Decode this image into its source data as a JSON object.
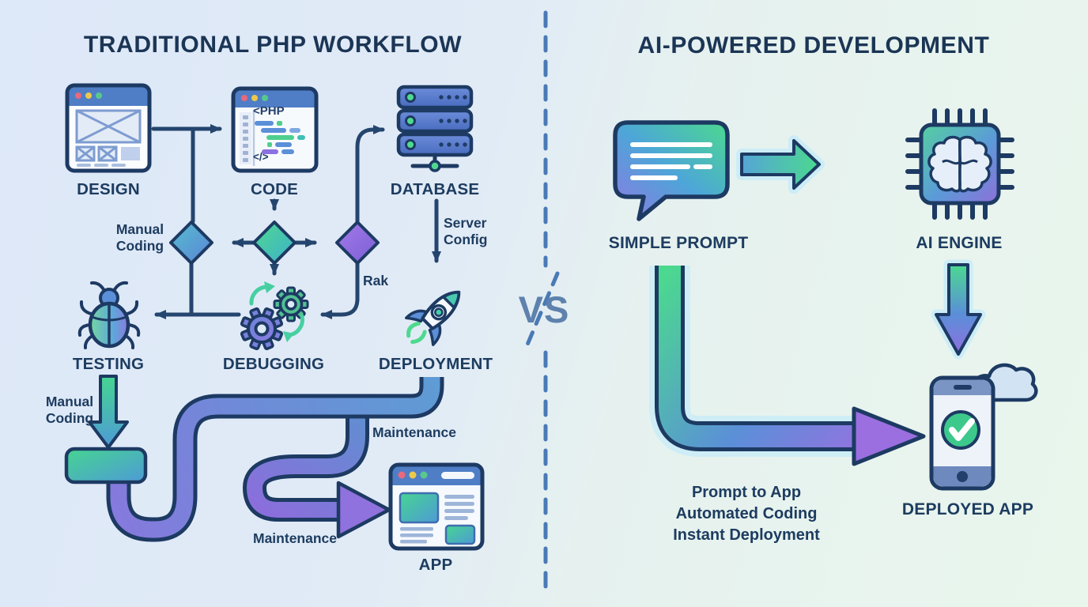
{
  "left": {
    "title": "TRADITIONAL PHP WORKFLOW",
    "nodes": {
      "design": "DESIGN",
      "code": "CODE",
      "database": "DATABASE",
      "testing": "TESTING",
      "debugging": "DEBUGGING",
      "deployment": "DEPLOYMENT",
      "app": "APP"
    },
    "annotations": {
      "manual_coding_top": "Manual Coding",
      "server_config": "Server Config",
      "rak": "Rak",
      "manual_coding_bottom": "Manual Coding",
      "maintenance_1": "Maintenance",
      "maintenance_2": "Maintenance"
    },
    "code_icon_text": {
      "header": "<PHP",
      "footer": "</>"
    }
  },
  "divider": {
    "vs": "VS"
  },
  "right": {
    "title": "AI-POWERED DEVELOPMENT",
    "nodes": {
      "prompt": "SIMPLE PROMPT",
      "engine": "AI ENGINE",
      "deployed": "DEPLOYED APP"
    },
    "benefits": [
      "Prompt to App",
      "Automated Coding",
      "Instant Deployment"
    ]
  },
  "icons": [
    "browser-wireframe-icon",
    "code-editor-icon",
    "server-stack-icon",
    "bug-icon",
    "gears-icon",
    "rocket-icon",
    "app-window-icon",
    "chat-bubble-icon",
    "ai-chip-brain-icon",
    "phone-check-icon",
    "cloud-icon"
  ],
  "colors": {
    "background_left": "#dde8f8",
    "background_right": "#e9f6ec",
    "navy_outline": "#1d3a63",
    "text_navy": "#1d3c60",
    "flow_line": "#24456e",
    "green_accent": "#4bd98f",
    "teal_accent": "#3fb0cc",
    "blue_accent": "#5b8fd8",
    "purple_accent": "#8e6fe0",
    "pipe_blue": "#5f9bd4",
    "pipe_purple": "#8679dd",
    "vs_blue": "#5e81ad",
    "titlebar_blue": "#4f7ec6",
    "dot_red": "#e8697d",
    "dot_yellow": "#ecc94b",
    "dot_green": "#58c98c"
  }
}
